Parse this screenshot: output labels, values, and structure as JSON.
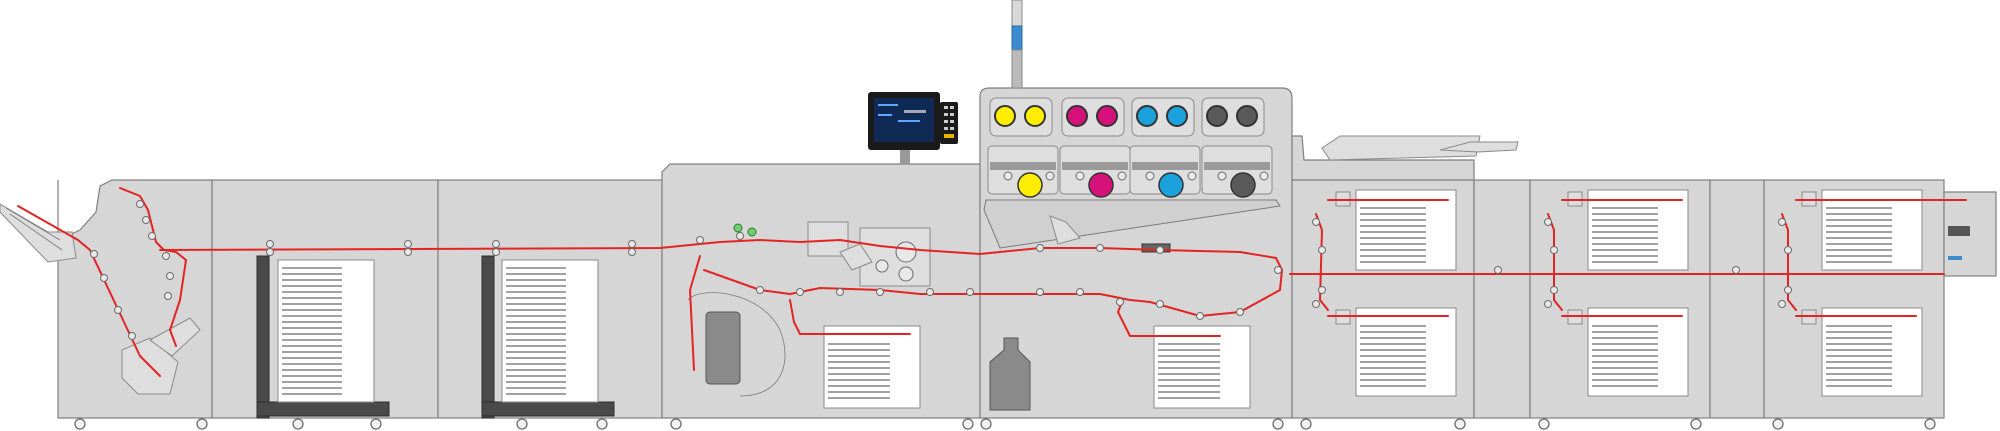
{
  "colors": {
    "paper_path": "#e32424",
    "housing": "#d6d6d6",
    "outline": "#808080",
    "yellow": "#ffee00",
    "magenta": "#d6127a",
    "cyan": "#1ba1dc",
    "black": "#5a5a5a",
    "screen": "#0f2a55",
    "status_pole": "#3d8ccf"
  },
  "toner_stations": [
    {
      "name": "yellow",
      "color": "#ffee00"
    },
    {
      "name": "magenta",
      "color": "#d6127a"
    },
    {
      "name": "cyan",
      "color": "#1ba1dc"
    },
    {
      "name": "black",
      "color": "#5a5a5a"
    }
  ],
  "icons": [
    "control-panel-icon",
    "status-light-pole-icon",
    "keypad-icon"
  ]
}
